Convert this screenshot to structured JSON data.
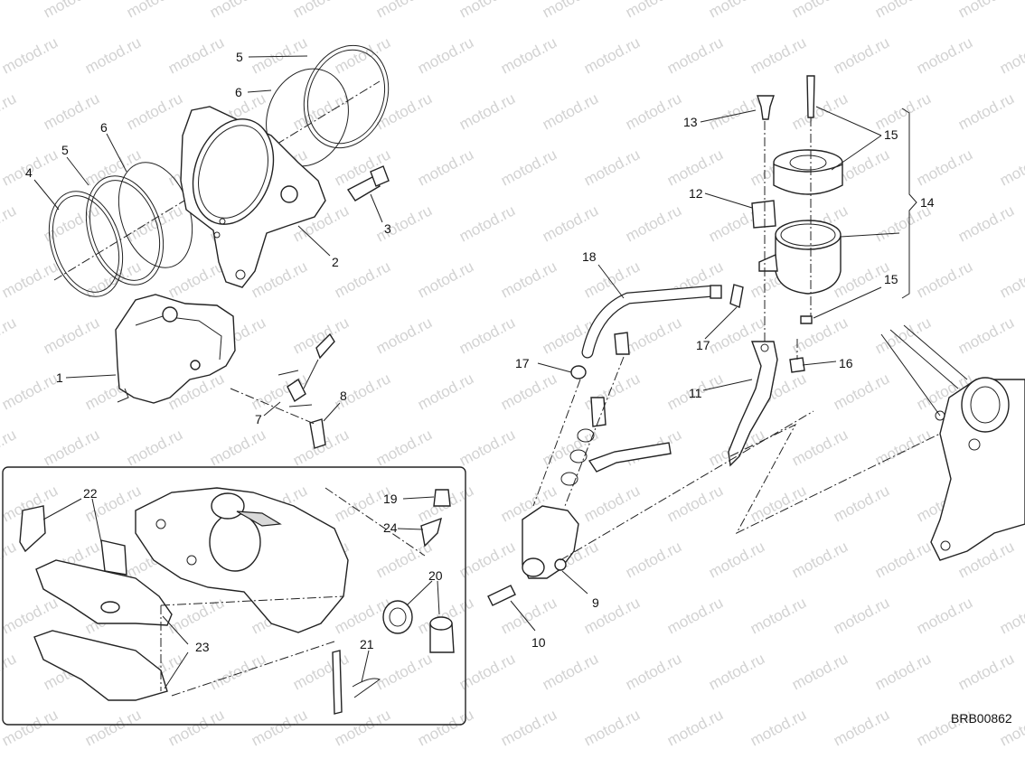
{
  "watermark": {
    "text": "motod.ru"
  },
  "diagram_code": "BRB00862",
  "labels": {
    "l1": "1",
    "l2": "2",
    "l3": "3",
    "l4": "4",
    "l5a": "5",
    "l5b": "5",
    "l6a": "6",
    "l6b": "6",
    "l7": "7",
    "l8": "8",
    "l9": "9",
    "l10": "10",
    "l11": "11",
    "l12": "12",
    "l13": "13",
    "l14": "14",
    "l15a": "15",
    "l15b": "15",
    "l16": "16",
    "l17a": "17",
    "l17b": "17",
    "l18": "18",
    "l19": "19",
    "l20": "20",
    "l21": "21",
    "l22": "22",
    "l23": "23",
    "l24": "24"
  }
}
